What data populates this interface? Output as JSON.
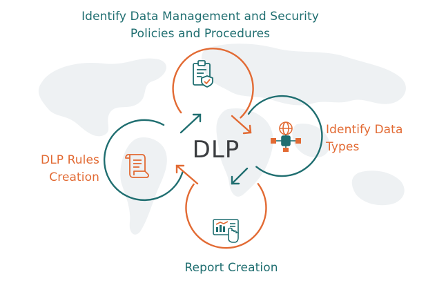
{
  "center": {
    "title": "DLP"
  },
  "steps": {
    "top": {
      "line1": "Identify Data Management and Security",
      "line2": "Policies and Procedures",
      "icon": "clipboard-shield-icon"
    },
    "right": {
      "line1": "Identify Data",
      "line2": "Types",
      "icon": "data-network-icon"
    },
    "bottom": {
      "line1": "Report Creation",
      "icon": "report-touch-icon"
    },
    "left": {
      "line1": "DLP Rules",
      "line2": "Creation",
      "icon": "scroll-document-icon"
    }
  },
  "colors": {
    "teal": "#1f6e70",
    "orange": "#e26a33",
    "dark_text": "#3b3d40",
    "map": "#eef1f3"
  }
}
